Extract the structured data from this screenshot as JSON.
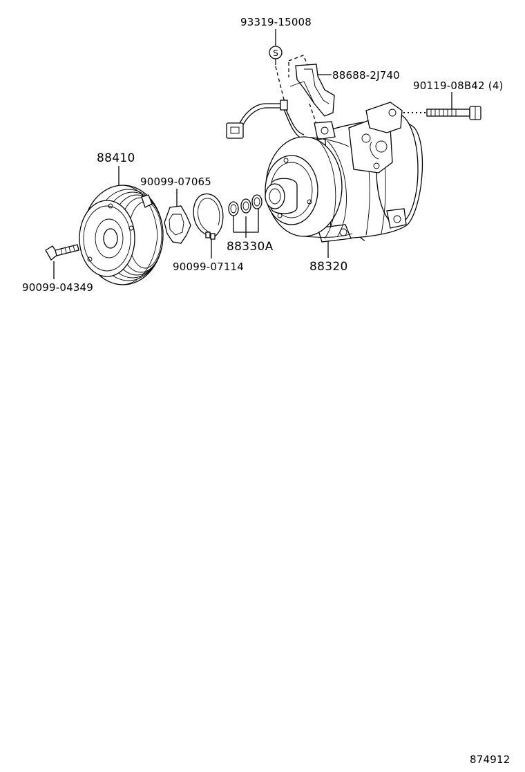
{
  "diagram": {
    "parts": [
      {
        "id": "p1",
        "number": "93319-15008"
      },
      {
        "id": "p2",
        "number": "88688-2J740"
      },
      {
        "id": "p3",
        "number": "90119-08B42 (4)"
      },
      {
        "id": "p4",
        "number": "88410"
      },
      {
        "id": "p5",
        "number": "90099-07065"
      },
      {
        "id": "p6",
        "number": "88330A"
      },
      {
        "id": "p7",
        "number": "88320"
      },
      {
        "id": "p8",
        "number": "90099-07114"
      },
      {
        "id": "p9",
        "number": "90099-04349"
      }
    ],
    "symbol_s": "S",
    "figure_number": "874912"
  }
}
